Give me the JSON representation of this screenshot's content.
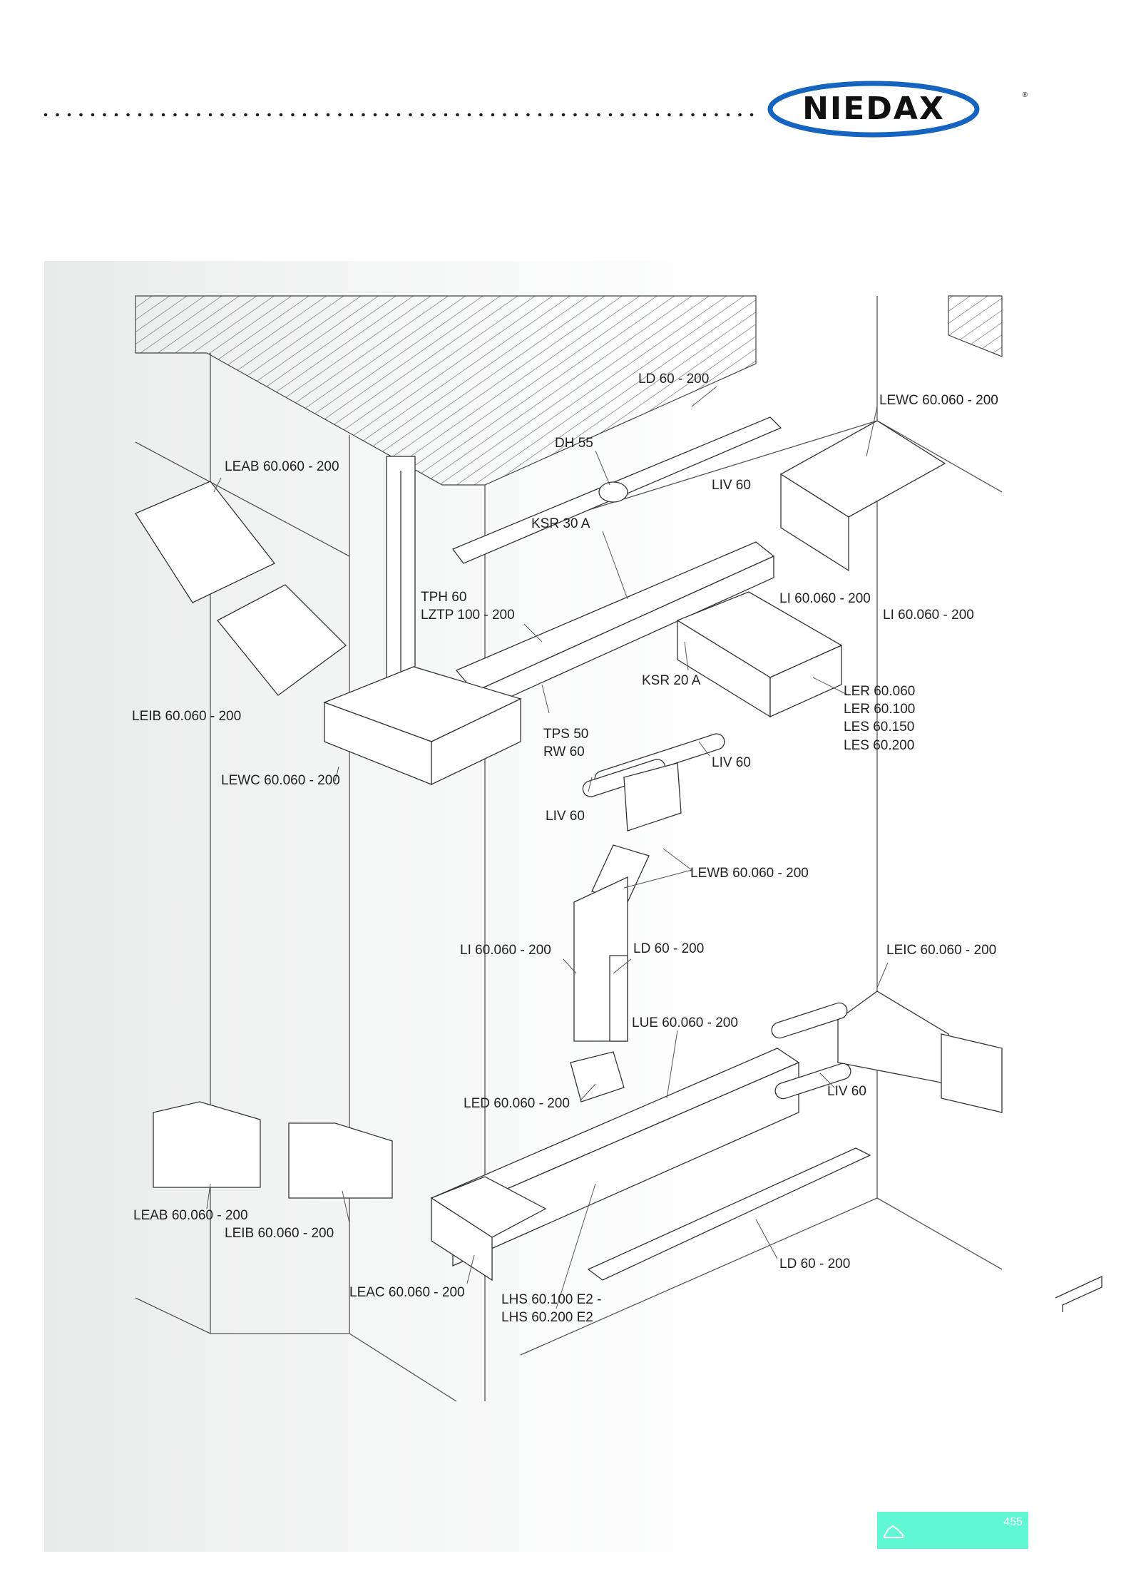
{
  "header": {
    "brand": "NIEDAX",
    "brand_color": "#1565c0",
    "registered_mark": "®"
  },
  "labels": [
    {
      "id": "ld-top",
      "text": "LD 60 - 200"
    },
    {
      "id": "lewc-top-right",
      "text": "LEWC 60.060 - 200"
    },
    {
      "id": "dh",
      "text": "DH 55"
    },
    {
      "id": "leab-top",
      "text": "LEAB 60.060 - 200"
    },
    {
      "id": "liv-top",
      "text": "LIV 60"
    },
    {
      "id": "ksr30",
      "text": "KSR 30 A"
    },
    {
      "id": "tph",
      "text": "TPH 60"
    },
    {
      "id": "lztp",
      "text": "LZTP 100 - 200"
    },
    {
      "id": "li-mid",
      "text": "LI 60.060 - 200"
    },
    {
      "id": "li-right",
      "text": "LI 60.060 - 200"
    },
    {
      "id": "ksr20",
      "text": "KSR 20 A"
    },
    {
      "id": "leib-top",
      "text": "LEIB 60.060 - 200"
    },
    {
      "id": "ler060",
      "text": "LER 60.060"
    },
    {
      "id": "ler100",
      "text": "LER 60.100"
    },
    {
      "id": "les150",
      "text": "LES 60.150"
    },
    {
      "id": "les200",
      "text": "LES 60.200"
    },
    {
      "id": "tps",
      "text": "TPS 50"
    },
    {
      "id": "rw",
      "text": "RW 60"
    },
    {
      "id": "liv-mid-right",
      "text": "LIV 60"
    },
    {
      "id": "lewc-mid",
      "text": "LEWC 60.060 - 200"
    },
    {
      "id": "liv-mid-left",
      "text": "LIV 60"
    },
    {
      "id": "lewb",
      "text": "LEWB 60.060 - 200"
    },
    {
      "id": "li-vertical",
      "text": "LI 60.060 - 200"
    },
    {
      "id": "ld-vertical",
      "text": "LD 60 - 200"
    },
    {
      "id": "leic",
      "text": "LEIC 60.060 - 200"
    },
    {
      "id": "lue",
      "text": "LUE 60.060 - 200"
    },
    {
      "id": "liv-bottom",
      "text": "LIV 60"
    },
    {
      "id": "led",
      "text": "LED 60.060 - 200"
    },
    {
      "id": "leab-bottom",
      "text": "LEAB 60.060 - 200"
    },
    {
      "id": "leib-bottom",
      "text": "LEIB 60.060 - 200"
    },
    {
      "id": "ld-bottom",
      "text": "LD 60 - 200"
    },
    {
      "id": "leac",
      "text": "LEAC 60.060 - 200"
    },
    {
      "id": "lhs100",
      "text": "LHS 60.100 E2 -"
    },
    {
      "id": "lhs200",
      "text": "LHS 60.200 E2"
    }
  ],
  "footer": {
    "page_number": "455",
    "badge_color": "#5ff7d4"
  }
}
